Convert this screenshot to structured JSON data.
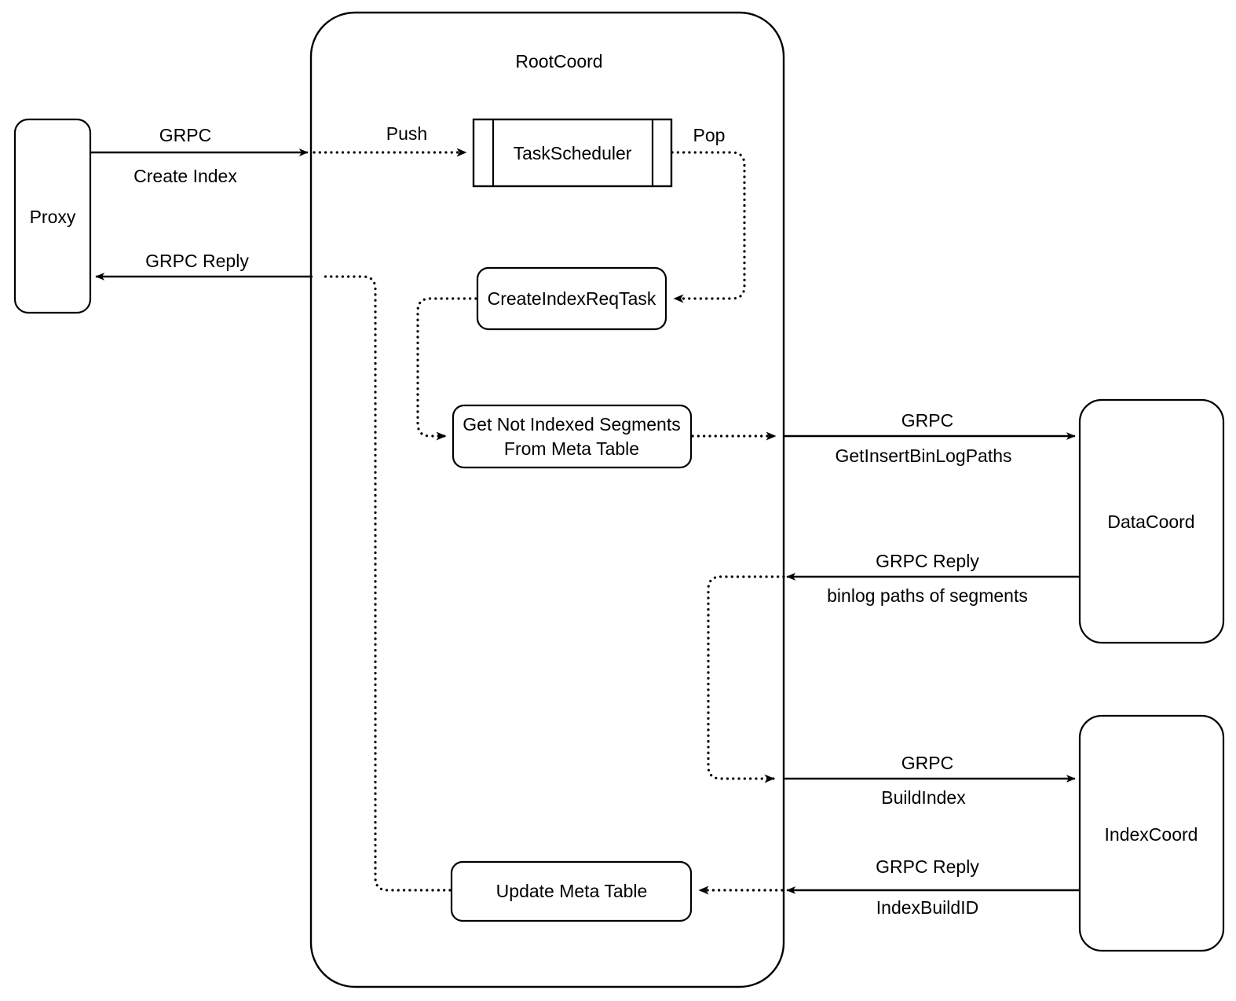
{
  "diagram": {
    "title_container": "RootCoord",
    "nodes": {
      "proxy": "Proxy",
      "task_scheduler": "TaskScheduler",
      "create_index_req_task": "CreateIndexReqTask",
      "get_not_indexed_segments_line1": "Get Not Indexed Segments",
      "get_not_indexed_segments_line2": "From Meta Table",
      "update_meta_table": "Update Meta Table",
      "data_coord": "DataCoord",
      "index_coord": "IndexCoord"
    },
    "edge_labels": {
      "proxy_to_root_line1": "GRPC",
      "proxy_to_root_line2": "Create Index",
      "root_to_proxy": "GRPC Reply",
      "push": "Push",
      "pop": "Pop",
      "root_to_datacoord_line1": "GRPC",
      "root_to_datacoord_line2": "GetInsertBinLogPaths",
      "datacoord_to_root_line1": "GRPC Reply",
      "datacoord_to_root_line2": "binlog paths of segments",
      "root_to_indexcoord_line1": "GRPC",
      "root_to_indexcoord_line2": "BuildIndex",
      "indexcoord_to_root_line1": "GRPC Reply",
      "indexcoord_to_root_line2": "IndexBuildID"
    },
    "colors": {
      "stroke": "#000000",
      "fill": "#ffffff",
      "background": "#ffffff"
    }
  }
}
